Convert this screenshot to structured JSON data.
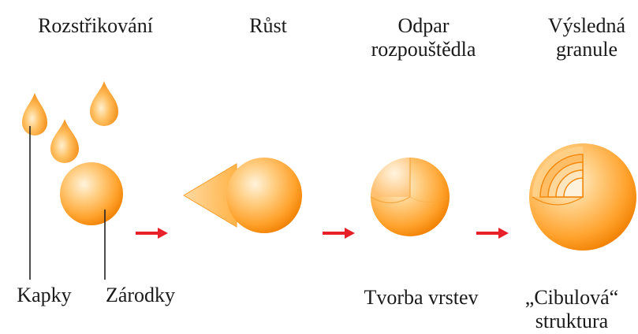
{
  "stages": [
    {
      "title_lines": [
        "Rozstřikování"
      ],
      "caption_lines": [
        "Kapky",
        "Zárodky"
      ]
    },
    {
      "title_lines": [
        "Růst"
      ],
      "caption_lines": []
    },
    {
      "title_lines": [
        "Odpar",
        "rozpouštědla"
      ],
      "caption_lines": [
        "Tvorba vrstev"
      ]
    },
    {
      "title_lines": [
        "Výsledná",
        "granule"
      ],
      "caption_lines": [
        "„Cibulová“",
        "struktura"
      ]
    }
  ],
  "colors": {
    "sphere_light": "#fff3dc",
    "sphere_mid": "#ffb347",
    "sphere_dark": "#f07f00",
    "arrow": "#e8202a",
    "leader": "#222222"
  },
  "icons": [
    "droplet",
    "nucleus-sphere",
    "growing-sphere",
    "cutaway-sphere",
    "layered-granule",
    "arrow-right"
  ]
}
